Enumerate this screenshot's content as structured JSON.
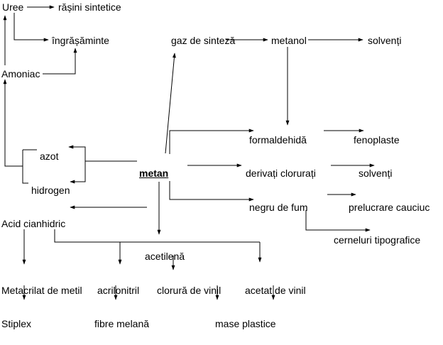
{
  "diagram": {
    "nodes": {
      "uree": "Uree",
      "rasini": "rășini sintetice",
      "ingrasaminte": "îngrășăminte",
      "amoniac": "Amoniac",
      "azot": "azot",
      "hidrogen": "hidrogen",
      "metan": "metan",
      "acid_cianhidric": "Acid cianhidric",
      "gaz_sinteza": "gaz de sinteză",
      "metanol": "metanol",
      "solventi_1": "solvenți",
      "formaldehida": "formaldehidă",
      "fenoplaste": "fenoplaste",
      "derivati": "derivați clorurați",
      "solventi_2": "solvenți",
      "negru_fum": "negru de fum",
      "prelucrare": "prelucrare cauciuc",
      "cerneluri": "cerneluri tipografice",
      "acetilena": "acetilenă",
      "metacrilat": "Metacrilat de metil",
      "acrilonitril": "acrilonitril",
      "clorura": "clorură de vinil",
      "acetat": "acetat de vinil",
      "stiplex": "Stiplex",
      "fibre": "fibre melană",
      "mase_plastice": "mase plastice"
    }
  }
}
